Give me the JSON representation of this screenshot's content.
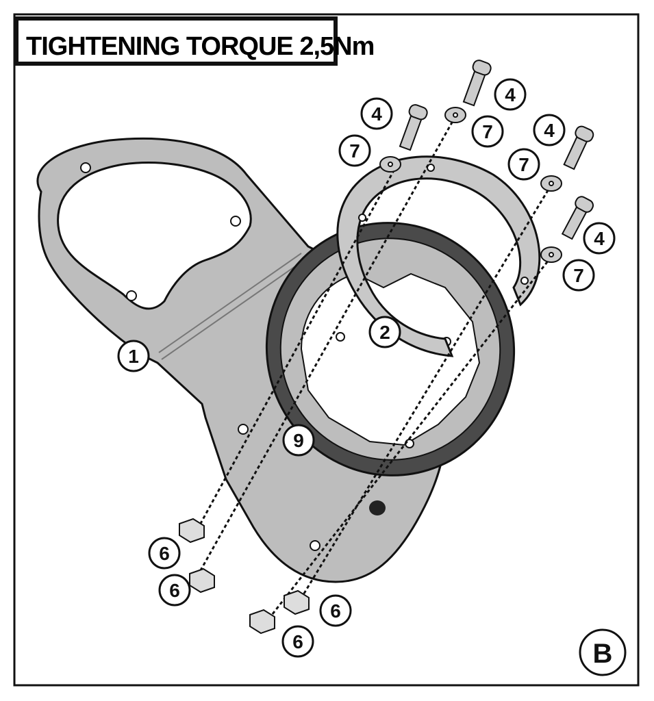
{
  "title": "TIGHTENING TORQUE 2,5Nm",
  "panel_label": "B",
  "callouts": {
    "bolt_a": "4",
    "bolt_b": "4",
    "bolt_c": "4",
    "bolt_d": "4",
    "washer_a": "7",
    "washer_b": "7",
    "washer_c": "7",
    "washer_d": "7",
    "ring": "2",
    "plate": "1",
    "tank_ring": "9",
    "nut_a": "6",
    "nut_b": "6",
    "nut_c": "6",
    "nut_d": "6"
  },
  "colors": {
    "part_gray": "#bdbdbd",
    "dark_ring": "#4a4a4a",
    "line": "#111111"
  }
}
